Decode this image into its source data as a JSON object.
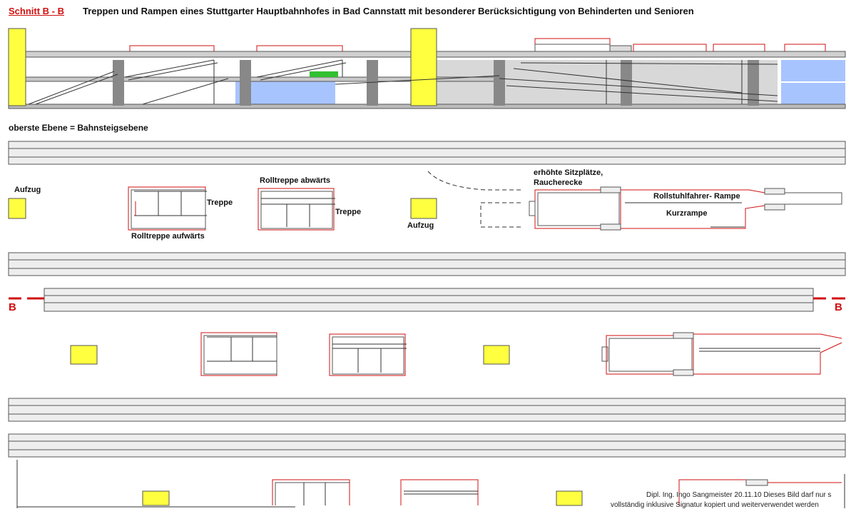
{
  "header": {
    "section_label": "Schnitt  B - B",
    "title": "Treppen und Rampen eines Stuttgarter Hauptbahnhofes in Bad Cannstatt mit besonderer Berücksichtigung von Behinderten und Senioren"
  },
  "level": {
    "title": "oberste Ebene = Bahnsteigsebene"
  },
  "labels": {
    "aufzug_left": "Aufzug",
    "rolltreppe_aufwaerts": "Rolltreppe aufwärts",
    "treppe_left": "Treppe",
    "rolltreppe_abwaerts": "Rolltreppe abwärts",
    "treppe_mid": "Treppe",
    "aufzug_mid": "Aufzug",
    "sitzplaetze_line1": "erhöhte Sitzplätze,",
    "sitzplaetze_line2": "Raucherecke",
    "rampe": "Rollstuhlfahrer- Rampe",
    "kurzrampe": "Kurzrampe",
    "section_mark_left": "B",
    "section_mark_right": "B"
  },
  "signature": {
    "line1": "Dipl. Ing. Ingo Sangmeister 20.11.10  Dieses Bild darf nur s",
    "line2": "vollständig inklusive Signatur kopiert und weiterverwendet werden"
  },
  "colors": {
    "elevator": "#ffff40",
    "outline_red": "#d01010",
    "water_blue": "#a8c4ff",
    "pillar_gray": "#888888",
    "track_gray": "#e0e0e0"
  }
}
